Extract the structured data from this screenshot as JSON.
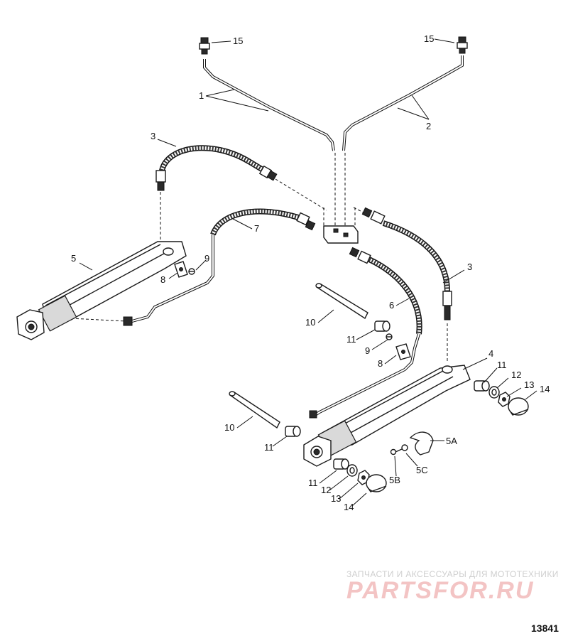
{
  "labels": {
    "l1": "1",
    "l2": "2",
    "l3a": "3",
    "l3b": "3",
    "l4": "4",
    "l5": "5",
    "l5a": "5A",
    "l5b": "5B",
    "l5c": "5C",
    "l6": "6",
    "l7": "7",
    "l8a": "8",
    "l8b": "8",
    "l9a": "9",
    "l9b": "9",
    "l10a": "10",
    "l10b": "10",
    "l11a": "11",
    "l11b": "11",
    "l11c": "11",
    "l11d": "11",
    "l12a": "12",
    "l12b": "12",
    "l13a": "13",
    "l13b": "13",
    "l14a": "14",
    "l14b": "14",
    "l15a": "15",
    "l15b": "15"
  },
  "watermark": {
    "tagline": "ЗАПЧАСТИ И АКСЕССУАРЫ ДЛЯ МОТОТЕХНИКИ",
    "logo": "PARTSFOR.RU",
    "logo_color": "#f3c4c4"
  },
  "diagram_id": "13841"
}
